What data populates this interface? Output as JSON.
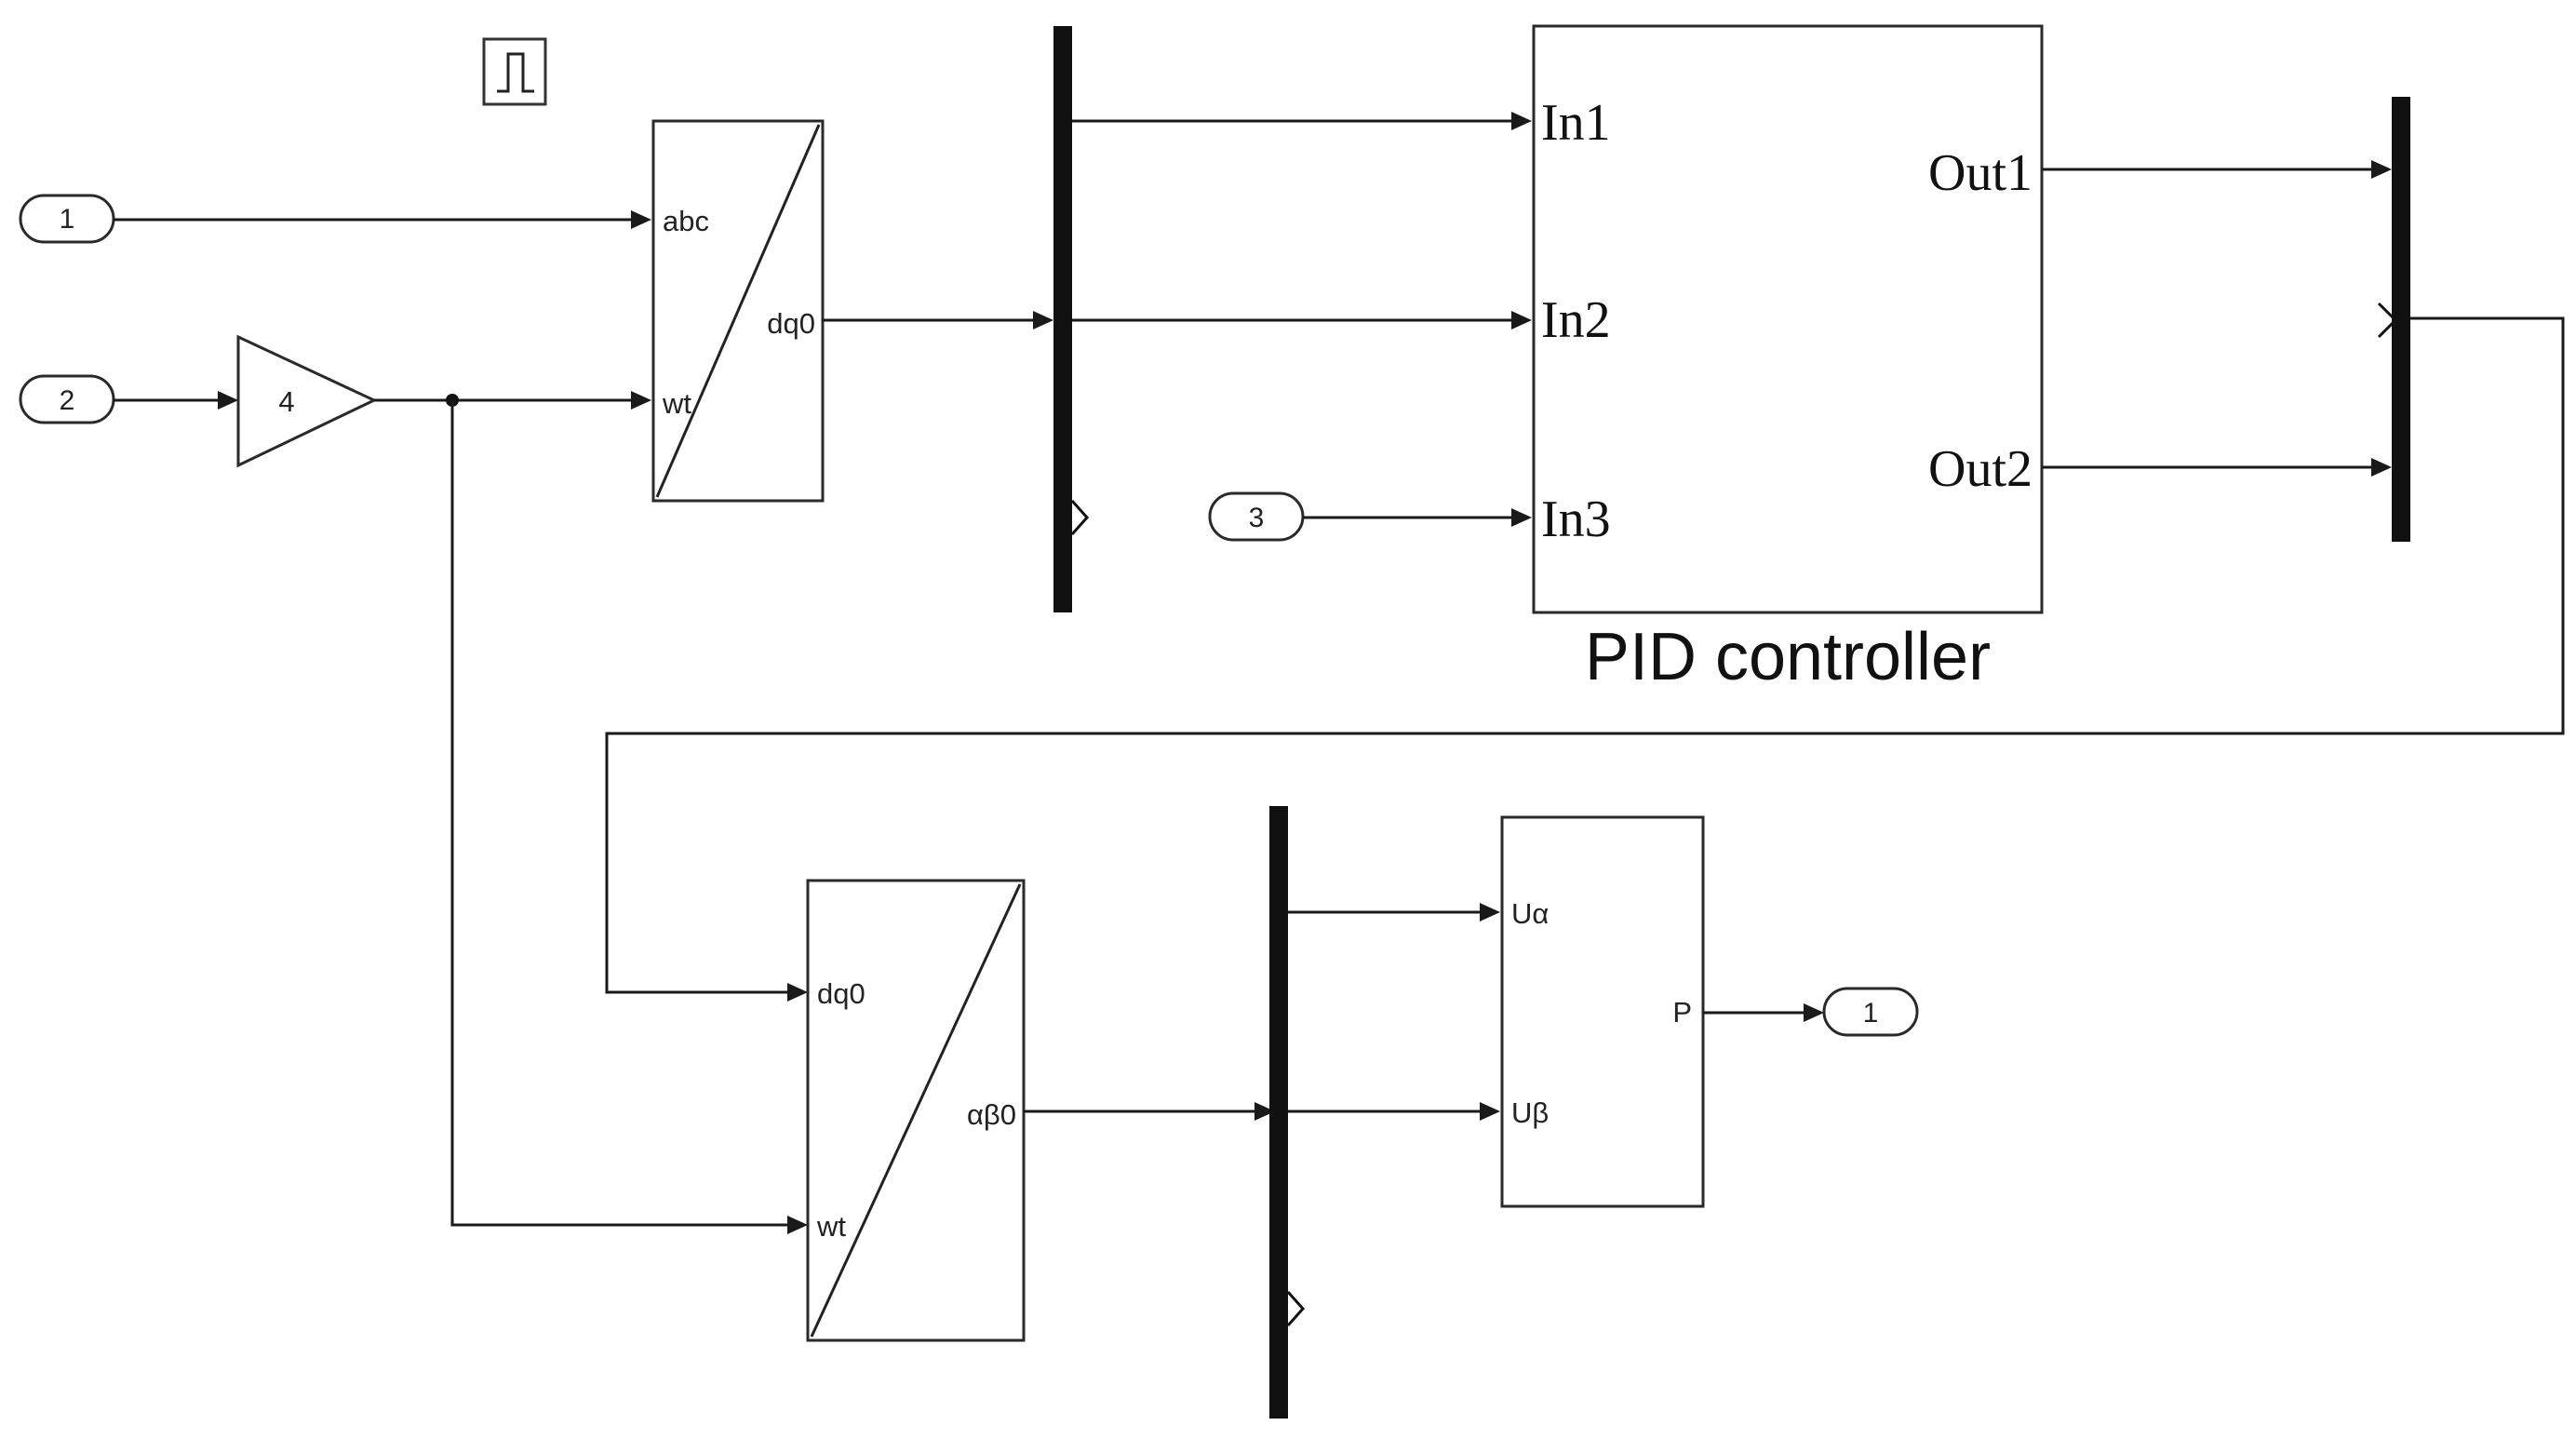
{
  "inports": [
    {
      "label": "1"
    },
    {
      "label": "2"
    },
    {
      "label": "3"
    }
  ],
  "outport": {
    "label": "1"
  },
  "gain": {
    "value": "4"
  },
  "pulse_icon": "pulse-generator-icon",
  "abc_to_dq0": {
    "in_abc": "abc",
    "in_wt": "wt",
    "out_dq0": "dq0"
  },
  "pid": {
    "inputs": [
      "In1",
      "In2",
      "In3"
    ],
    "outputs": [
      "Out1",
      "Out2"
    ],
    "caption": "PID controller"
  },
  "dq0_to_ab0": {
    "in_dq0": "dq0",
    "in_wt": "wt",
    "out_ab0": "αβ0"
  },
  "svpwm": {
    "in_ualpha": "Uα",
    "in_ubeta": "Uβ",
    "out_p": "P"
  }
}
